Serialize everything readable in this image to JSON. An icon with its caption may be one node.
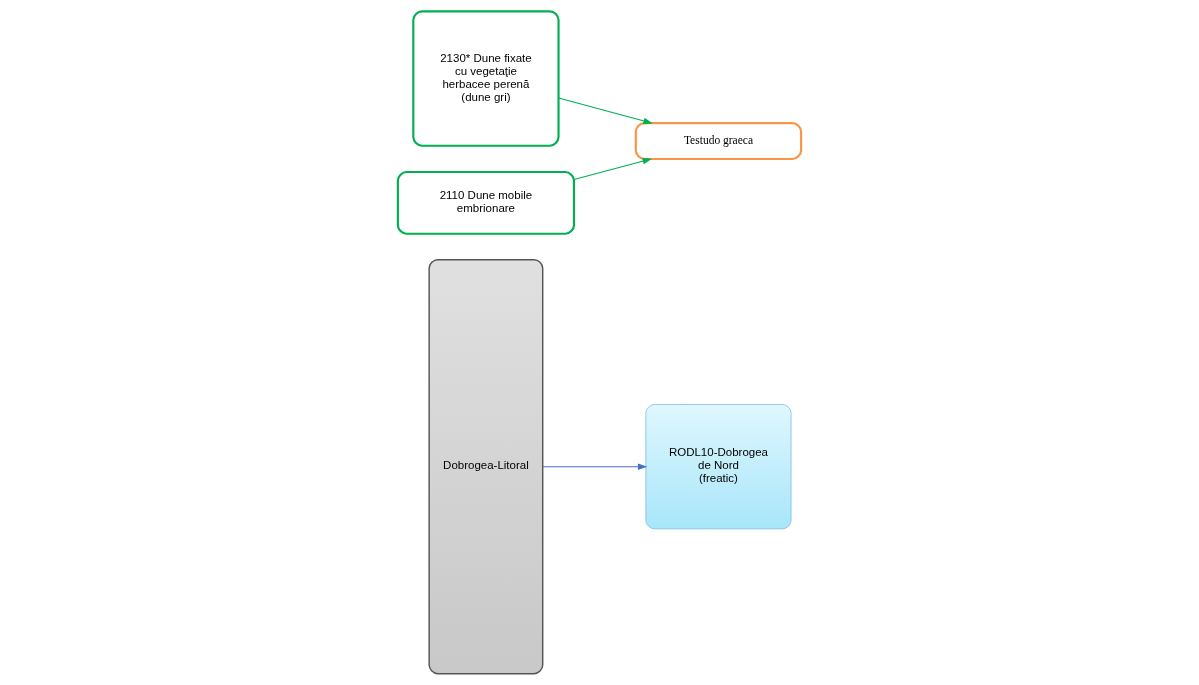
{
  "diagram": {
    "nodes": [
      {
        "text": [
          "Dobrogea-Litoral"
        ]
      },
      {
        "text": [
          "RODL10-Dobrogea de Nord (freatic)"
        ]
      },
      {
        "text": [
          "2130* Dune fixate cu vegetaţie herbacee perenă (dune gri)"
        ]
      },
      {
        "text": [
          "2110 Dune mobile embrionare"
        ]
      },
      {
        "text": [
          "Testudo graeca"
        ]
      }
    ],
    "edges": [
      {
        "from": 0,
        "to": 1,
        "arrow": "to",
        "color": "#4472c4"
      },
      {
        "from": 2,
        "to": 4,
        "arrow": "to"
      },
      {
        "from": 3,
        "to": 4,
        "arrow": "to"
      }
    ]
  }
}
